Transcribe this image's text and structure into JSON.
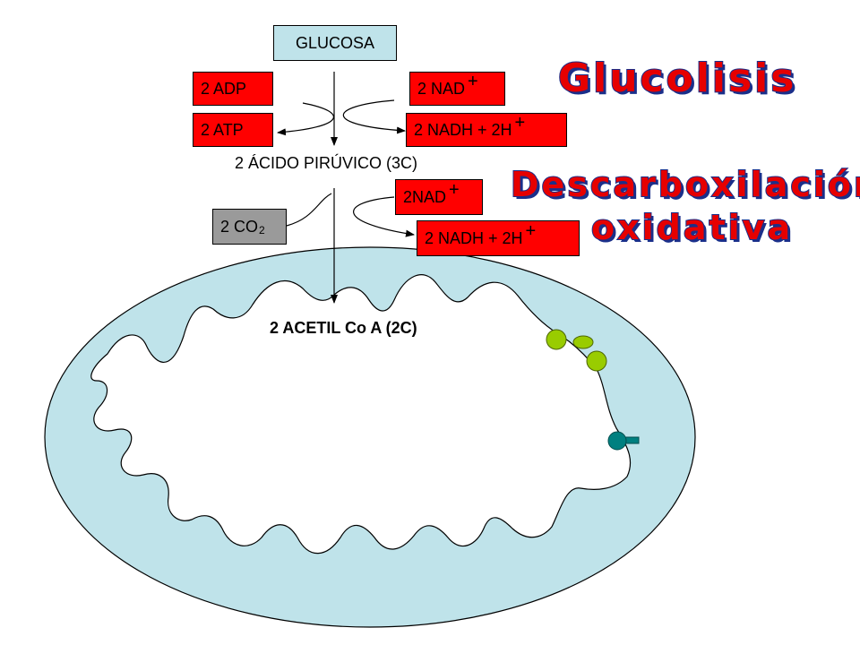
{
  "boxes": {
    "glucosa": "GLUCOSA",
    "adp": "2 ADP",
    "atp": "2 ATP",
    "nad_top": "2 NAD",
    "nadh_top": "2 NADH + 2H",
    "nad_mid": "2NAD",
    "nadh_mid": "2 NADH + 2H",
    "co2": "2 CO",
    "co2_sub": "2"
  },
  "superscripts": {
    "plus": "+"
  },
  "labels": {
    "piruvico": "2 ÁCIDO PIRÚVICO (3C)",
    "acetil": "2 ACETIL Co A (2C)"
  },
  "titles": {
    "glucolisis": "Glucolisis",
    "descarboxilacion_1": "Descarboxilación",
    "descarboxilacion_2": "oxidativa"
  },
  "colors": {
    "box_red": "#ff0000",
    "box_blue": "#bfe3ea",
    "box_gray": "#9a9a9a",
    "mitochondrion": "#bfe3ea",
    "atp_synthase_green": "#99cc00",
    "atp_synthase_teal": "#008080",
    "title_fill": "#e60000",
    "title_outline": "#1a2f8a"
  }
}
